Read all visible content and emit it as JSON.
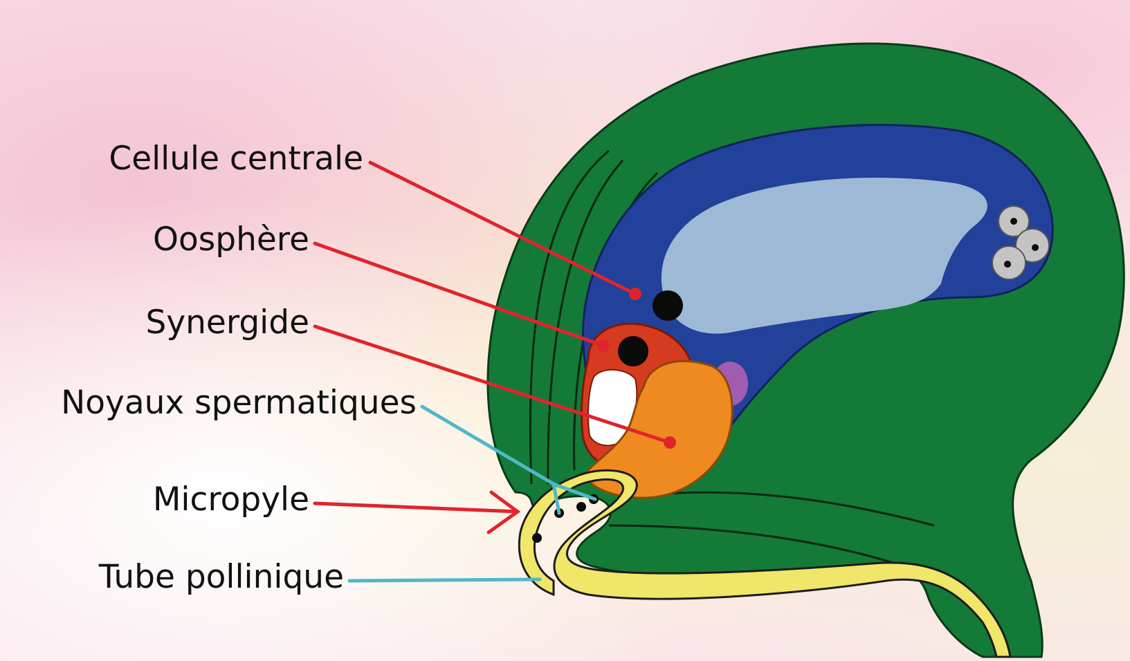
{
  "labels": {
    "central_cell": "Cellule centrale",
    "egg_cell": "Oosphère",
    "synergid": "Synergide",
    "sperm_nuclei": "Noyaux spermatiques",
    "micropyle": "Micropyle",
    "pollen_tube": "Tube pollinique"
  },
  "colors": {
    "integument": "#147a37",
    "embryo_sac": "#22419a",
    "vacuole": "#9eb9d5",
    "egg_cell": "#d63a1f",
    "synergid": "#ef8a20",
    "antipodal": "#c4c4c4",
    "polar_body": "#a05cb0",
    "pollen_tube": "#f0e66a",
    "leader_red": "#e0242c",
    "leader_cyan": "#4fb8c8",
    "nucleus": "#0a0a0a"
  }
}
